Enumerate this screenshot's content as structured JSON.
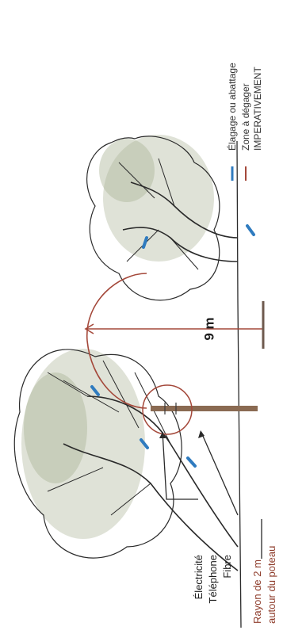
{
  "legend": [
    {
      "label": "Élagage ou abattage",
      "color": "#2f7bbf"
    },
    {
      "label": "Zone à dégager",
      "color": "#a4483a"
    },
    {
      "label": "IMPERATIVEMENT",
      "color": ""
    }
  ],
  "distance_label": "9 m",
  "networks": [
    "Électricité",
    "Téléphone",
    "Fibre"
  ],
  "radius_note": [
    "Rayon de 2 m",
    "autour du poteau"
  ],
  "colors": {
    "pruning": "#2f7bbf",
    "zone": "#a4483a",
    "pole": "#8a6a52",
    "foliage": "#b7bfa7",
    "ink": "#2a2a2a",
    "note": "#8e3c2b"
  },
  "icons": [
    "tree-left",
    "tree-right",
    "utility-pole",
    "clearance-arc",
    "pole-radius-circle",
    "pruning-marks"
  ]
}
